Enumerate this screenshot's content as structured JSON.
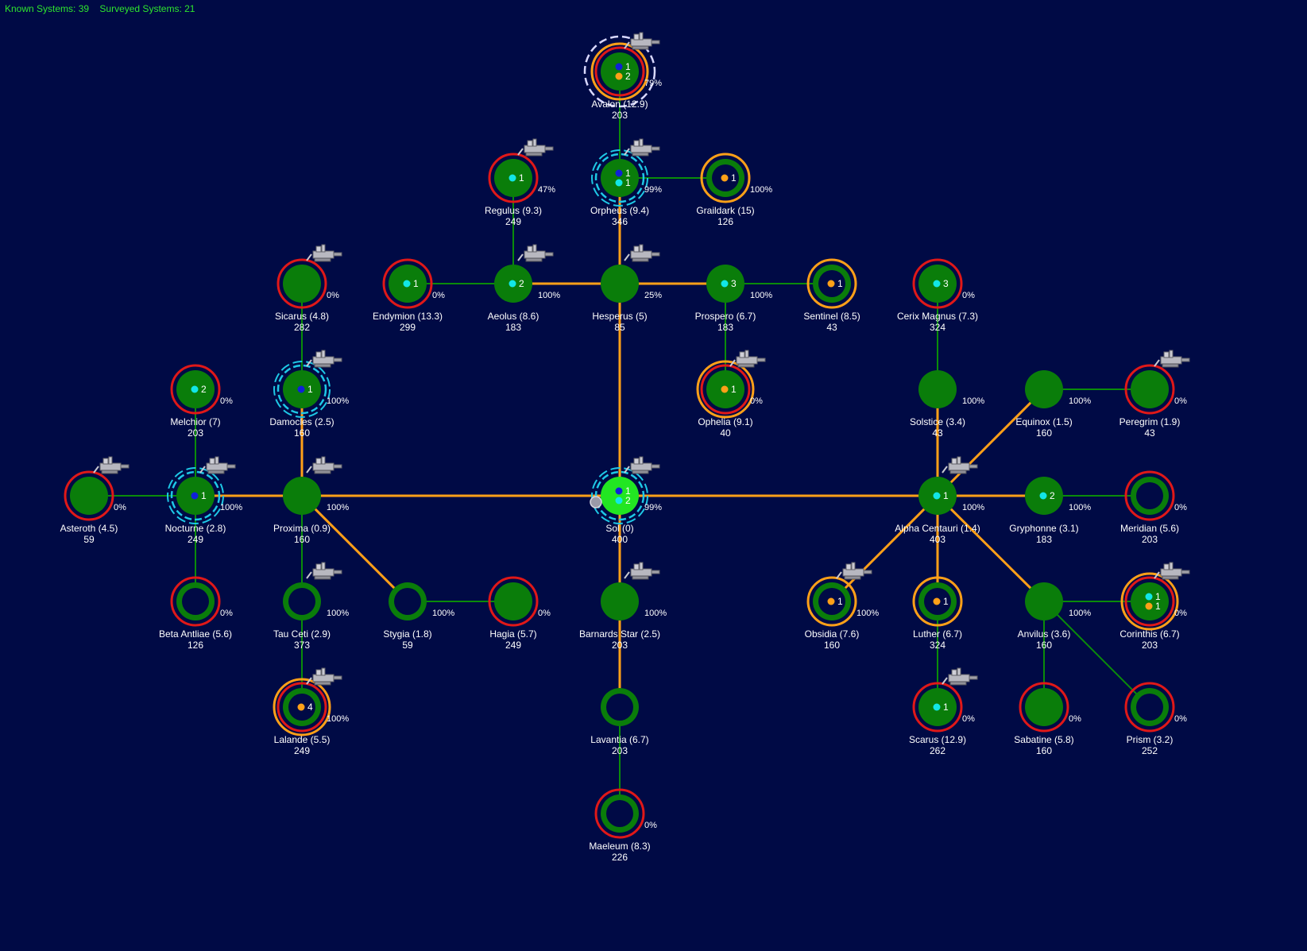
{
  "header": {
    "known": "Known Systems: 39",
    "surveyed": "Surveyed Systems: 21"
  },
  "colors": {
    "background": "#000a45",
    "node": "#0a7d0a",
    "sol": "#22e622",
    "jump_surveyed": "#ffa018",
    "jump_unsurveyed": "#0a8c0a",
    "red_ring": "#e01818",
    "orange_ring": "#ffa018",
    "cyan_ring": "#1ec8e6",
    "white_ring": "#d8d8ff",
    "dot_blue": "#1020d8",
    "dot_cyan": "#12e6e6",
    "dot_orange": "#ffa018",
    "ship_icon": "shipyard-station-icon"
  },
  "systems": [
    {
      "id": "avalon",
      "name": "Avalon  (12.9)",
      "pop": "203",
      "pct": "79%",
      "rings": [
        "red",
        "orange",
        "whitedash"
      ],
      "dots": [
        {
          "c": "blue",
          "n": "1"
        },
        {
          "c": "orange",
          "n": "2"
        }
      ],
      "ship": true
    },
    {
      "id": "regulus",
      "name": "Regulus  (9.3)",
      "pop": "249",
      "pct": "47%",
      "rings": [
        "red"
      ],
      "dots": [
        {
          "c": "cyan",
          "n": "1"
        }
      ],
      "ship": true
    },
    {
      "id": "orpheus",
      "name": "Orpheus  (9.4)",
      "pop": "346",
      "pct": "99%",
      "rings": [
        "cyandash"
      ],
      "dots": [
        {
          "c": "blue",
          "n": "1"
        },
        {
          "c": "cyan",
          "n": "1"
        }
      ],
      "ship": true
    },
    {
      "id": "graildark",
      "name": "Graildark  (15)",
      "pop": "126",
      "pct": "100%",
      "rings": [
        "orange"
      ],
      "hollow": true,
      "dots": [
        {
          "c": "orange",
          "n": "1"
        }
      ],
      "ship": false
    },
    {
      "id": "sicarus",
      "name": "Sicarus  (4.8)",
      "pop": "282",
      "pct": "0%",
      "rings": [
        "red"
      ],
      "dots": [],
      "ship": true
    },
    {
      "id": "endymion",
      "name": "Endymion  (13.3)",
      "pop": "299",
      "pct": "0%",
      "rings": [
        "red"
      ],
      "dots": [
        {
          "c": "cyan",
          "n": "1"
        }
      ],
      "ship": false
    },
    {
      "id": "aeolus",
      "name": "Aeolus  (8.6)",
      "pop": "183",
      "pct": "100%",
      "rings": [],
      "dots": [
        {
          "c": "cyan",
          "n": "2"
        }
      ],
      "ship": true
    },
    {
      "id": "hesperus",
      "name": "Hesperus  (5)",
      "pop": "85",
      "pct": "25%",
      "rings": [],
      "dots": [],
      "ship": true
    },
    {
      "id": "prospero",
      "name": "Prospero  (6.7)",
      "pop": "183",
      "pct": "100%",
      "rings": [],
      "dots": [
        {
          "c": "cyan",
          "n": "3"
        }
      ],
      "ship": false
    },
    {
      "id": "sentinel",
      "name": "Sentinel  (8.5)",
      "pop": "43",
      "pct": "",
      "rings": [
        "orange"
      ],
      "hollow": true,
      "dots": [
        {
          "c": "orange",
          "n": "1"
        }
      ],
      "ship": false
    },
    {
      "id": "cerix",
      "name": "Cerix Magnus  (7.3)",
      "pop": "324",
      "pct": "0%",
      "rings": [
        "red"
      ],
      "dots": [
        {
          "c": "cyan",
          "n": "3"
        }
      ],
      "ship": false
    },
    {
      "id": "melchior",
      "name": "Melchior  (7)",
      "pop": "203",
      "pct": "0%",
      "rings": [
        "red"
      ],
      "dots": [
        {
          "c": "cyan",
          "n": "2"
        }
      ],
      "ship": false
    },
    {
      "id": "damocles",
      "name": "Damocles  (2.5)",
      "pop": "160",
      "pct": "100%",
      "rings": [
        "cyandash"
      ],
      "dots": [
        {
          "c": "blue",
          "n": "1"
        }
      ],
      "ship": true
    },
    {
      "id": "ophelia",
      "name": "Ophelia  (9.1)",
      "pop": "40",
      "pct": "0%",
      "rings": [
        "red",
        "orange"
      ],
      "dots": [
        {
          "c": "orange",
          "n": "1"
        }
      ],
      "ship": true
    },
    {
      "id": "solstice",
      "name": "Solstice  (3.4)",
      "pop": "43",
      "pct": "100%",
      "rings": [],
      "dots": [],
      "ship": false
    },
    {
      "id": "equinox",
      "name": "Equinox  (1.5)",
      "pop": "160",
      "pct": "100%",
      "rings": [],
      "dots": [],
      "ship": false
    },
    {
      "id": "peregrim",
      "name": "Peregrim  (1.9)",
      "pop": "43",
      "pct": "0%",
      "rings": [
        "red"
      ],
      "dots": [],
      "ship": true
    },
    {
      "id": "asteroth",
      "name": "Asteroth  (4.5)",
      "pop": "59",
      "pct": "0%",
      "rings": [
        "red"
      ],
      "dots": [],
      "ship": true
    },
    {
      "id": "nocturne",
      "name": "Nocturne  (2.8)",
      "pop": "249",
      "pct": "100%",
      "rings": [
        "cyandash"
      ],
      "dots": [
        {
          "c": "blue",
          "n": "1"
        }
      ],
      "ship": true
    },
    {
      "id": "proxima",
      "name": "Proxima  (0.9)",
      "pop": "160",
      "pct": "100%",
      "rings": [],
      "dots": [],
      "ship": true
    },
    {
      "id": "sol",
      "name": "Sol  (0)",
      "pop": "400",
      "pct": "99%",
      "rings": [
        "cyandash"
      ],
      "dots": [
        {
          "c": "blue",
          "n": "1"
        },
        {
          "c": "cyan",
          "n": "2"
        }
      ],
      "ship": true,
      "home": true
    },
    {
      "id": "alpha",
      "name": "Alpha Centauri  (1.4)",
      "pop": "403",
      "pct": "100%",
      "rings": [],
      "dots": [
        {
          "c": "cyan",
          "n": "1"
        }
      ],
      "ship": true
    },
    {
      "id": "gryphonne",
      "name": "Gryphonne  (3.1)",
      "pop": "183",
      "pct": "100%",
      "rings": [],
      "dots": [
        {
          "c": "cyan",
          "n": "2"
        }
      ],
      "ship": false
    },
    {
      "id": "meridian",
      "name": "Meridian  (5.6)",
      "pop": "203",
      "pct": "0%",
      "rings": [
        "red"
      ],
      "hollow": true,
      "dots": [],
      "ship": false
    },
    {
      "id": "beta",
      "name": "Beta Antliae  (5.6)",
      "pop": "126",
      "pct": "0%",
      "rings": [
        "red"
      ],
      "hollow": true,
      "dots": [],
      "ship": false
    },
    {
      "id": "tauceti",
      "name": "Tau Ceti  (2.9)",
      "pop": "373",
      "pct": "100%",
      "rings": [],
      "hollow": true,
      "dots": [],
      "ship": true
    },
    {
      "id": "stygia",
      "name": "Stygia  (1.8)",
      "pop": "59",
      "pct": "100%",
      "rings": [],
      "hollow": true,
      "dots": [],
      "ship": false
    },
    {
      "id": "hagia",
      "name": "Hagia  (5.7)",
      "pop": "249",
      "pct": "0%",
      "rings": [
        "red"
      ],
      "dots": [],
      "ship": false
    },
    {
      "id": "barnard",
      "name": "Barnards Star  (2.5)",
      "pop": "203",
      "pct": "100%",
      "rings": [],
      "dots": [],
      "ship": true
    },
    {
      "id": "obsidia",
      "name": "Obsidia  (7.6)",
      "pop": "160",
      "pct": "100%",
      "rings": [
        "orange"
      ],
      "hollow": true,
      "dots": [
        {
          "c": "orange",
          "n": "1"
        }
      ],
      "ship": true
    },
    {
      "id": "luther",
      "name": "Luther  (6.7)",
      "pop": "324",
      "pct": "",
      "rings": [
        "orange"
      ],
      "hollow": true,
      "dots": [
        {
          "c": "orange",
          "n": "1"
        }
      ],
      "ship": false
    },
    {
      "id": "anvilus",
      "name": "Anvilus  (3.6)",
      "pop": "160",
      "pct": "100%",
      "rings": [],
      "dots": [],
      "ship": false
    },
    {
      "id": "corinthis",
      "name": "Corinthis  (6.7)",
      "pop": "203",
      "pct": "0%",
      "rings": [
        "red",
        "orange"
      ],
      "dots": [
        {
          "c": "cyan",
          "n": "1"
        },
        {
          "c": "orange",
          "n": "1"
        }
      ],
      "ship": true
    },
    {
      "id": "lalande",
      "name": "Lalande  (5.5)",
      "pop": "249",
      "pct": "100%",
      "rings": [
        "red",
        "orange"
      ],
      "hollow": true,
      "dots": [
        {
          "c": "orange",
          "n": "4"
        }
      ],
      "ship": true
    },
    {
      "id": "lavantia",
      "name": "Lavantia  (6.7)",
      "pop": "203",
      "pct": "",
      "rings": [],
      "hollow": true,
      "dots": [],
      "ship": false
    },
    {
      "id": "scarus",
      "name": "Scarus  (12.9)",
      "pop": "262",
      "pct": "0%",
      "rings": [
        "red"
      ],
      "dots": [
        {
          "c": "cyan",
          "n": "1"
        }
      ],
      "ship": true
    },
    {
      "id": "sabatine",
      "name": "Sabatine  (5.8)",
      "pop": "160",
      "pct": "0%",
      "rings": [
        "red"
      ],
      "dots": [],
      "ship": false
    },
    {
      "id": "prism",
      "name": "Prism  (3.2)",
      "pop": "252",
      "pct": "0%",
      "rings": [
        "red"
      ],
      "hollow": true,
      "dots": [],
      "ship": false
    },
    {
      "id": "maeleum",
      "name": "Maeleum  (8.3)",
      "pop": "226",
      "pct": "0%",
      "rings": [
        "red"
      ],
      "hollow": true,
      "dots": [],
      "ship": false
    }
  ],
  "jumps": [
    [
      "avalon",
      "orpheus",
      "g"
    ],
    [
      "orpheus",
      "graildark",
      "g"
    ],
    [
      "orpheus",
      "hesperus",
      "o"
    ],
    [
      "regulus",
      "aeolus",
      "g"
    ],
    [
      "endymion",
      "aeolus",
      "g"
    ],
    [
      "aeolus",
      "hesperus",
      "o"
    ],
    [
      "hesperus",
      "prospero",
      "o"
    ],
    [
      "prospero",
      "sentinel",
      "g"
    ],
    [
      "prospero",
      "ophelia",
      "g"
    ],
    [
      "hesperus",
      "sol",
      "o"
    ],
    [
      "sicarus",
      "damocles",
      "g"
    ],
    [
      "damocles",
      "proxima",
      "o"
    ],
    [
      "melchior",
      "nocturne",
      "g"
    ],
    [
      "asteroth",
      "nocturne",
      "g"
    ],
    [
      "nocturne",
      "proxima",
      "o"
    ],
    [
      "nocturne",
      "beta",
      "g"
    ],
    [
      "proxima",
      "sol",
      "o"
    ],
    [
      "proxima",
      "tauceti",
      "g"
    ],
    [
      "tauceti",
      "lalande",
      "g"
    ],
    [
      "proxima",
      "stygia",
      "o"
    ],
    [
      "stygia",
      "hagia",
      "g"
    ],
    [
      "sol",
      "barnard",
      "o"
    ],
    [
      "barnard",
      "lavantia",
      "o"
    ],
    [
      "lavantia",
      "maeleum",
      "g"
    ],
    [
      "sol",
      "alpha",
      "o"
    ],
    [
      "cerix",
      "solstice",
      "g"
    ],
    [
      "solstice",
      "alpha",
      "o"
    ],
    [
      "alpha",
      "equinox",
      "o"
    ],
    [
      "equinox",
      "peregrim",
      "g"
    ],
    [
      "alpha",
      "gryphonne",
      "o"
    ],
    [
      "gryphonne",
      "meridian",
      "g"
    ],
    [
      "alpha",
      "obsidia",
      "o"
    ],
    [
      "alpha",
      "luther",
      "o"
    ],
    [
      "luther",
      "scarus",
      "g"
    ],
    [
      "alpha",
      "anvilus",
      "o"
    ],
    [
      "anvilus",
      "corinthis",
      "g"
    ],
    [
      "anvilus",
      "sabatine",
      "g"
    ],
    [
      "anvilus",
      "prism",
      "g"
    ]
  ]
}
